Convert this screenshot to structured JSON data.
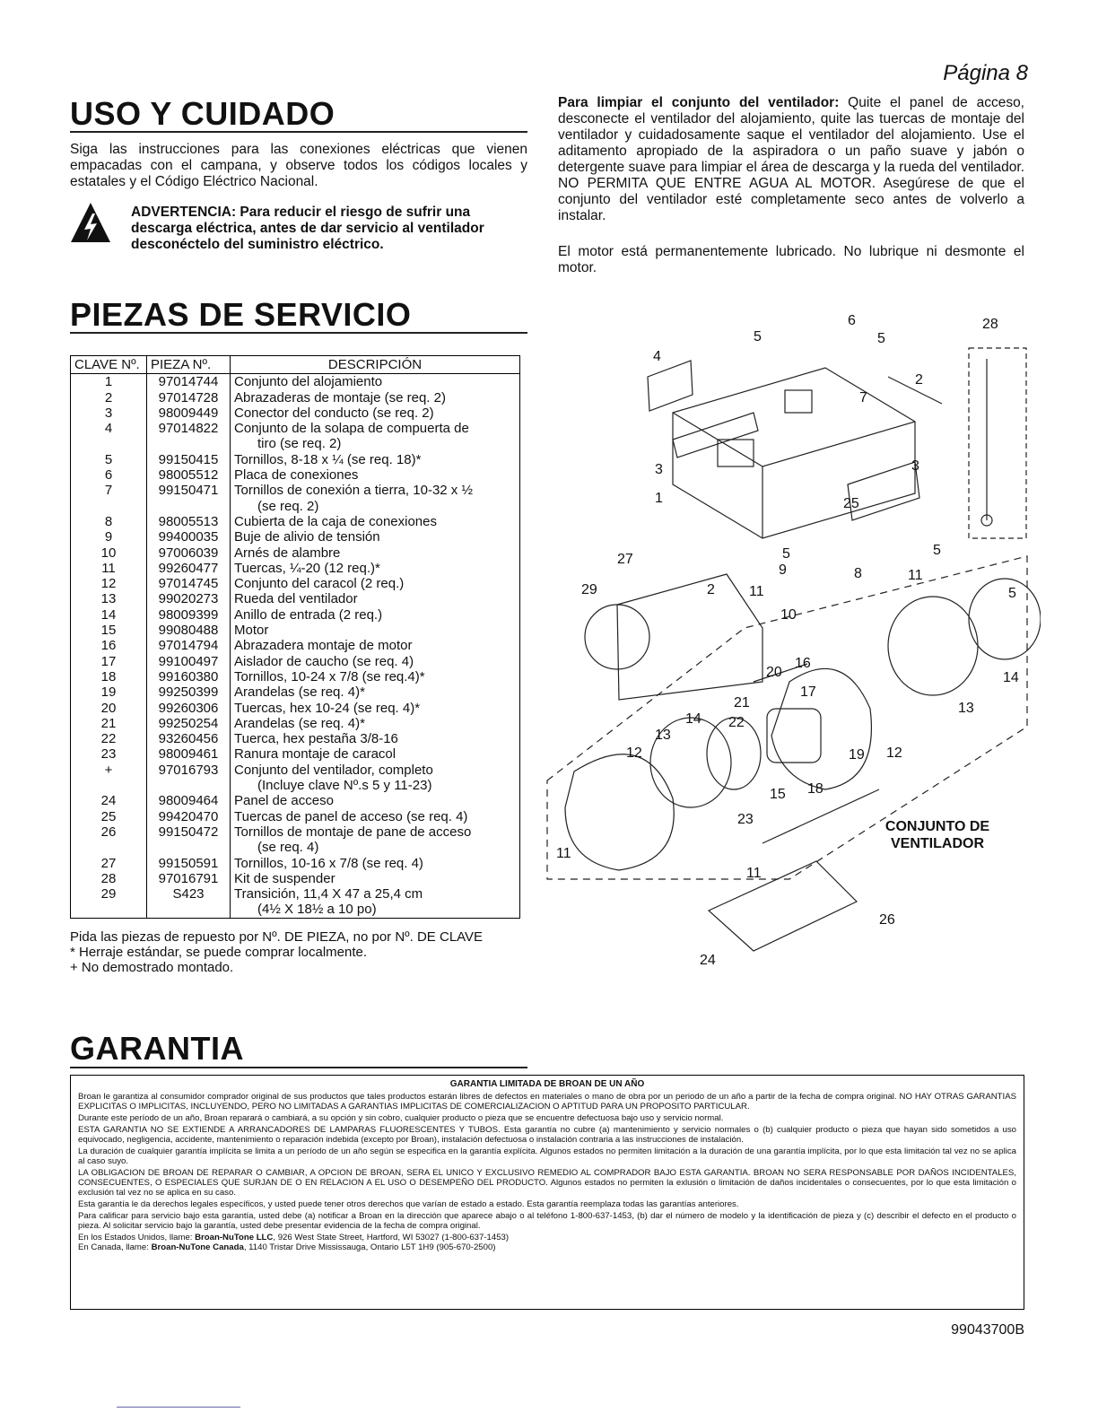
{
  "page_label": "Página 8",
  "uso": {
    "title": "USO Y CUIDADO",
    "intro": "Siga las instrucciones para las conexiones eléctricas que vienen empacadas con el campana, y observe todos los códigos locales y estatales y el Código Eléctrico Nacional.",
    "warning": "ADVERTENCIA: Para reducir el riesgo de sufrir una descarga eléctrica, antes de dar servicio al ventilador desconéctelo del suministro eléctrico.",
    "clean_title": "Para limpiar el conjunto del ventilador:",
    "clean_text": " Quite el panel de acceso, desconecte el ventilador del alojamiento, quite las tuercas de montaje del ventilador y cuidadosamente saque el ventilador del alojamiento. Use el aditamento apropiado de la aspiradora o un paño suave y jabón o detergente suave para limpiar el área de descarga y la rueda del ventilador. NO PERMITA QUE ENTRE AGUA AL MOTOR. Asegúrese de que el conjunto del ventilador esté completamente seco antes de volverlo a instalar.",
    "motor_text": "El motor está permanentemente lubricado. No lubrique ni desmonte el motor."
  },
  "piezas": {
    "title": "PIEZAS DE SERVICIO",
    "headers": [
      "CLAVE Nº.",
      "PIEZA Nº.",
      "DESCRIPCIÓN"
    ],
    "rows": [
      [
        "1",
        "97014744",
        "Conjunto del alojamiento"
      ],
      [
        "2",
        "97014728",
        "Abrazaderas de montaje (se req. 2)"
      ],
      [
        "3",
        "98009449",
        "Conector del conducto (se req. 2)"
      ],
      [
        "4",
        "97014822",
        "Conjunto de la solapa de compuerta de"
      ],
      [
        "",
        "",
        "tiro (se req. 2)"
      ],
      [
        "5",
        "99150415",
        "Tornillos, 8-18 x ¼ (se req. 18)*"
      ],
      [
        "6",
        "98005512",
        "Placa de conexiones"
      ],
      [
        "7",
        "99150471",
        "Tornillos de conexión a tierra, 10-32 x ½"
      ],
      [
        "",
        "",
        "(se req. 2)"
      ],
      [
        "8",
        "98005513",
        "Cubierta de la caja de conexiones"
      ],
      [
        "9",
        "99400035",
        "Buje de alivio de tensión"
      ],
      [
        "10",
        "97006039",
        "Arnés de alambre"
      ],
      [
        "11",
        "99260477",
        "Tuercas, ¼-20 (12 req.)*"
      ],
      [
        "12",
        "97014745",
        "Conjunto del caracol (2 req.)"
      ],
      [
        "13",
        "99020273",
        "Rueda del ventilador"
      ],
      [
        "14",
        "98009399",
        "Anillo de entrada (2 req.)"
      ],
      [
        "15",
        "99080488",
        "Motor"
      ],
      [
        "16",
        "97014794",
        "Abrazadera montaje de motor"
      ],
      [
        "17",
        "99100497",
        "Aislador de caucho (se req. 4)"
      ],
      [
        "18",
        "99160380",
        "Tornillos, 10-24 x 7/8 (se req.4)*"
      ],
      [
        "19",
        "99250399",
        "Arandelas (se req. 4)*"
      ],
      [
        "20",
        "99260306",
        "Tuercas, hex 10-24 (se req. 4)*"
      ],
      [
        "21",
        "99250254",
        "Arandelas (se req. 4)*"
      ],
      [
        "22",
        "93260456",
        "Tuerca, hex pestaña 3/8-16"
      ],
      [
        "23",
        "98009461",
        "Ranura montaje de caracol"
      ],
      [
        "+",
        "97016793",
        "Conjunto del ventilador, completo"
      ],
      [
        "",
        "",
        "(Incluye clave Nº.s 5 y 11-23)"
      ],
      [
        "24",
        "98009464",
        "Panel de acceso"
      ],
      [
        "25",
        "99420470",
        "Tuercas de panel de acceso (se req. 4)"
      ],
      [
        "26",
        "99150472",
        "Tornillos de montaje de pane de acceso"
      ],
      [
        "",
        "",
        "(se req. 4)"
      ],
      [
        "27",
        "99150591",
        "Tornillos, 10-16 x 7/8 (se req. 4)"
      ],
      [
        "28",
        "97016791",
        "Kit de suspender"
      ],
      [
        "29",
        "S423",
        "Transición, 11,4 X 47 a 25,4 cm"
      ],
      [
        "",
        "",
        "(4½ X 18½ a 10 po)"
      ]
    ],
    "note1": "Pida las piezas de repuesto por Nº. DE PIEZA, no por Nº. DE CLAVE",
    "note2": "* Herraje estándar, se puede comprar localmente.",
    "note3": "+ No demostrado montado."
  },
  "diagram": {
    "labels": [
      "6",
      "5",
      "5",
      "4",
      "7",
      "2",
      "28",
      "3",
      "3",
      "1",
      "25",
      "27",
      "5",
      "9",
      "8",
      "5",
      "11",
      "29",
      "2",
      "11",
      "10",
      "5",
      "16",
      "20",
      "14",
      "21",
      "17",
      "13",
      "14",
      "22",
      "13",
      "19",
      "12",
      "12",
      "15",
      "18",
      "23",
      "11",
      "11",
      "26",
      "24"
    ],
    "assembly_line1": "CONJUNTO DE",
    "assembly_line2": "VENTILADOR"
  },
  "garantia": {
    "title": "GARANTIA",
    "box_title": "GARANTIA LIMITADA DE BROAN DE UN AÑO",
    "p1": "Broan le garantiza al consumidor comprador original de sus productos que tales productos estarán libres de defectos en materiales o mano de obra por un periodo de un año a partir de la fecha de compra original. NO HAY OTRAS GARANTIAS EXPLICITAS O IMPLICITAS, INCLUYENDO, PERO NO LIMITADAS A GARANTIAS IMPLICITAS DE COMERCIALIZACION O APTITUD PARA UN PROPOSITO PARTICULAR.",
    "p2": "Durante este período de un año, Broan reparará o cambiará, a su opción y sin cobro, cualquier producto o pieza que se encuentre defectuosa bajo uso y servicio normal.",
    "p3": "ESTA GARANTIA NO SE EXTIENDE A ARRANCADORES DE LAMPARAS FLUORESCENTES Y TUBOS. Esta garantía no cubre (a) mantenimiento y servicio normales o (b) cualquier producto o pieza que hayan sido sometidos a uso equivocado, negligencia, accidente, mantenimiento o reparación indebida (excepto por Broan), instalación defectuosa o instalación contraria a las instrucciones de instalación.",
    "p4": "La duración de cualquier garantía implícita se limita a un período de un año según se especifica en la garantía explícita. Algunos estados no permiten limitación a la duración de una garantía implícita, por lo que esta limitación tal vez no se aplica al caso suyo.",
    "p5": "LA OBLIGACION DE BROAN DE REPARAR O CAMBIAR, A OPCION DE BROAN, SERA EL UNICO Y EXCLUSIVO REMEDIO AL COMPRADOR BAJO ESTA GARANTIA. BROAN NO SERA RESPONSABLE POR DAÑOS INCIDENTALES, CONSECUENTES, O ESPECIALES QUE SURJAN DE O EN RELACION A EL USO O DESEMPEÑO DEL PRODUCTO. Algunos estados no permiten la exlusión o limitación de daños incidentales o consecuentes, por lo que esta limitación o exclusión tal vez no se aplica en su caso.",
    "p6": "Esta garantía le da derechos legales específicos, y usted puede tener otros derechos que varían de estado a estado. Esta garantía reemplaza todas las garantías anteriores.",
    "p7": "Para calificar para servicio bajo esta garantía, usted debe (a) notificar a Broan en la dirección que aparece abajo o al teléfono 1-800-637-1453, (b) dar el número de modelo y la identificación de pieza y (c) describir el defecto en el producto o pieza. Al solicitar servicio bajo la garantía, usted debe presentar evidencia de la fecha de compra original.",
    "us_prefix": "En los Estados Unidos, llame: ",
    "us_company": "Broan-NuTone LLC",
    "us_address": ", 926 West State Street, Hartford, WI 53027 (1-800-637-1453)",
    "ca_prefix": "En Canada, llame: ",
    "ca_company": "Broan-NuTone Canada",
    "ca_address": ", 1140 Tristar Drive Mississauga, Ontario L5T 1H9 (905-670-2500)"
  },
  "doc_code": "99043700B"
}
